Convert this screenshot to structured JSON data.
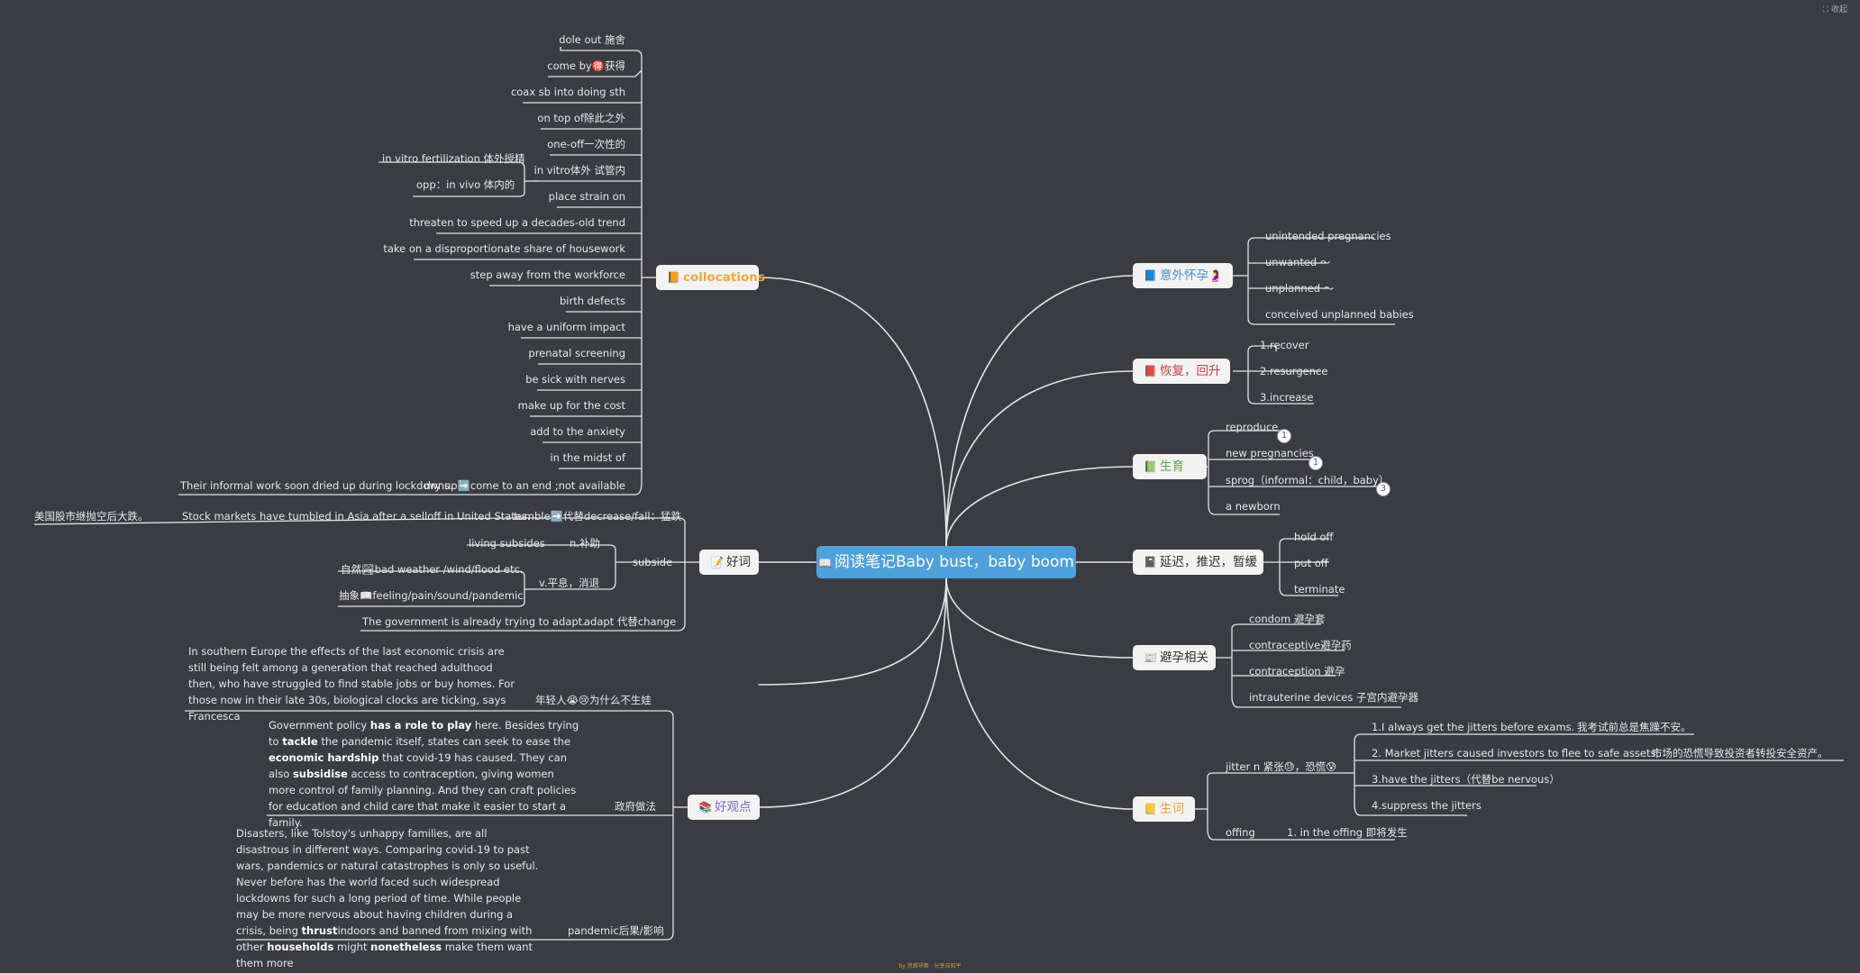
{
  "root": {
    "title": "阅读笔记Baby bust，baby boom"
  },
  "colors": {
    "background": "#3a3c42",
    "root": "#4ea1db",
    "lines": "#e4e4e4"
  },
  "corner_label": "⛶ 收起",
  "footer": "by 思维导图 · 分享自知乎",
  "collocations": {
    "title": "collocations",
    "title_color": "#f0a73a",
    "icon": "orange-book-icon",
    "items": [
      "dole out 施舍",
      "come by🉐获得",
      "coax sb into doing sth",
      "on top of除此之外",
      "one-off一次性的",
      "in vitro体外 试管内",
      "place strain on",
      "threaten to speed up a decades-old trend",
      "take on a disproportionate share of housework",
      "step away from the workforce",
      "birth defects",
      "have a uniform impact",
      "prenatal screening",
      "be sick with nerves",
      "make up for the cost",
      "add to the anxiety",
      "in the midst of",
      "dry up➡️come to an end ;not available"
    ],
    "in_vitro_children": [
      "in vitro fertilization 体外授精",
      "opp：in vivo 体内的"
    ],
    "dry_up_example": "Their informal work soon dried up during lockdowns."
  },
  "haoci": {
    "title": "好词",
    "icon": "pencil-icon",
    "tumble": {
      "label": "tumble➡️代替decrease/fall：猛跌",
      "example": "Stock markets have tumbled in Asia after a selloff in United States.",
      "translation": "美国股市继抛空后大跌。"
    },
    "subside": {
      "label": "subside",
      "n": {
        "label": "n.补助",
        "example": "living subsides"
      },
      "v": {
        "label": "v.平息，消退",
        "examples": [
          "自然🏞bad weather /wind/flood etc.",
          "抽象📖feeling/pain/sound/pandemic"
        ]
      }
    },
    "adapt": {
      "label": "adapt 代替change",
      "example": "The government is already trying to adapt."
    }
  },
  "haoguandian": {
    "title": "好观点",
    "icon": "books-icon",
    "young": {
      "label": "年轻人😭😢为什么不生娃",
      "text": "In southern Europe the effects of the last economic crisis are still being felt among a generation that reached adulthood then, who have struggled to find stable jobs or buy homes. For those now in their late 30s, biological clocks are ticking, says Francesca"
    },
    "gov": {
      "label": "政府做法",
      "t1": "Government policy ",
      "b1": "has a role to play",
      "t2": " here. Besides trying to ",
      "b2": "tackle",
      "t3": " the pandemic itself, states can seek to ease the ",
      "b3": "economic hardship",
      "t4": " that covid-19 has caused. They can also ",
      "b4": "subsidise",
      "t5": " access to contraception, giving women more control of family planning. And they can craft policies for education and child care that make it easier to start a family."
    },
    "pandemic": {
      "label": "pandemic后果/影响",
      "t1": "Disasters, like Tolstoy's unhappy families, are all disastrous in different ways. Comparing covid-19 to past wars, pandemics or natural catastrophes is only so useful. Never before has the world faced such widespread lockdowns for such a long period of time. While people may be more nervous about having children during a crisis, being ",
      "b1": "thrust",
      "t2": "indoors and banned from mixing with other ",
      "b2": "households",
      "t3": " might ",
      "b3": "nonetheless",
      "t4": " make them want them more"
    }
  },
  "yiwai": {
    "title": "意外怀孕",
    "title_color": "#4a8fd0",
    "icon": "blue-book-icon",
    "items": [
      "unintended pregnancies",
      "unwanted ～",
      "unplanned ～",
      "conceived unplanned babies"
    ]
  },
  "huifu": {
    "title": "恢复，回升",
    "title_color": "#d23b3b",
    "icon": "red-book-icon",
    "items": [
      "1.recover",
      "2.resurgence",
      "3.increase"
    ]
  },
  "shengyu": {
    "title": "生育",
    "title_color": "#5aa83a",
    "icon": "green-book-icon",
    "items": [
      "reproduce",
      "new pregnancies",
      "sprog（informal：child，baby）",
      "a newborn"
    ],
    "badges": [
      "1",
      "1",
      "3"
    ]
  },
  "yanchi": {
    "title": "延迟，推迟，暂缓",
    "icon": "book-icon",
    "items": [
      "hold off",
      "put off",
      "terminate"
    ]
  },
  "biyun": {
    "title": "避孕相关",
    "icon": "newspaper-icon",
    "items": [
      "condom 避孕套",
      "contraceptive避孕药",
      "contraception 避孕",
      "intrauterine devices 子宫内避孕器"
    ]
  },
  "shengci": {
    "title": "生词",
    "title_color": "#e8a23a",
    "icon": "yellow-book-icon",
    "jitter": {
      "label": "jitter n 紧张😓，恐慌😰",
      "items": [
        {
          "en": "1.I always get the jitters before exams.",
          "cn": "我考试前总是焦躁不安。"
        },
        {
          "en": "2. Market jitters caused investors to flee to safe assets.",
          "cn": "市场的恐慌导致投资者转投安全资产。"
        },
        {
          "en": "3.have the jitters（代替be nervous）",
          "cn": ""
        },
        {
          "en": "4.suppress the jitters",
          "cn": ""
        }
      ]
    },
    "offing": {
      "label": "offing",
      "item": "1. in the offing 即将发生"
    }
  }
}
